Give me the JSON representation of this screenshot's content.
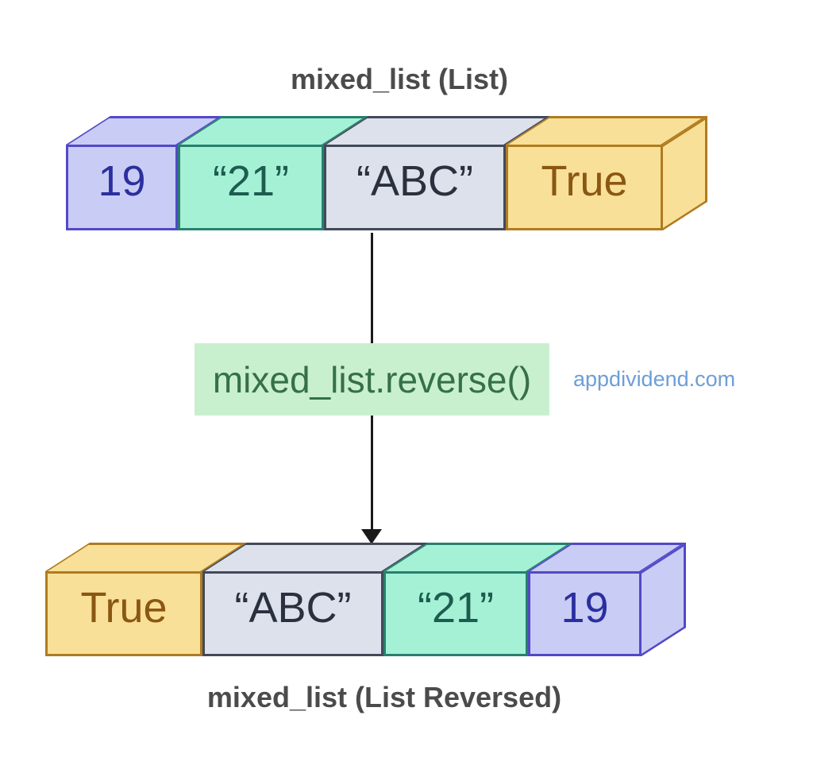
{
  "top_list": {
    "title": "mixed_list (List)",
    "items": [
      {
        "value": "19",
        "type": "int",
        "colors": {
          "fill": "#c9ccf4",
          "border": "#5349c6",
          "text": "#2b2f9e"
        }
      },
      {
        "value": "“21”",
        "type": "string",
        "colors": {
          "fill": "#a4f1d6",
          "border": "#27806e",
          "text": "#1d5c4e"
        }
      },
      {
        "value": "“ABC”",
        "type": "string",
        "colors": {
          "fill": "#dde1ec",
          "border": "#424a59",
          "text": "#2a303d"
        }
      },
      {
        "value": "True",
        "type": "bool",
        "colors": {
          "fill": "#f9e098",
          "border": "#b07b20",
          "text": "#8a5712"
        }
      }
    ]
  },
  "operation": {
    "label": "mixed_list.reverse()",
    "colors": {
      "bg": "#c9f0ce",
      "text": "#35704a"
    }
  },
  "watermark": {
    "label": "appdividend.com",
    "color": "#6d9ed7"
  },
  "bottom_list": {
    "title": "mixed_list (List Reversed)",
    "items": [
      {
        "value": "True",
        "type": "bool",
        "colors": {
          "fill": "#f9e098",
          "border": "#b07b20",
          "text": "#8a5712"
        }
      },
      {
        "value": "“ABC”",
        "type": "string",
        "colors": {
          "fill": "#dde1ec",
          "border": "#424a59",
          "text": "#2a303d"
        }
      },
      {
        "value": "“21”",
        "type": "string",
        "colors": {
          "fill": "#a4f1d6",
          "border": "#27806e",
          "text": "#1d5c4e"
        }
      },
      {
        "value": "19",
        "type": "int",
        "colors": {
          "fill": "#c9ccf4",
          "border": "#5349c6",
          "text": "#2b2f9e"
        }
      }
    ]
  },
  "arrow_color": "#1a1a1a",
  "title_color": "#4b4b4b"
}
